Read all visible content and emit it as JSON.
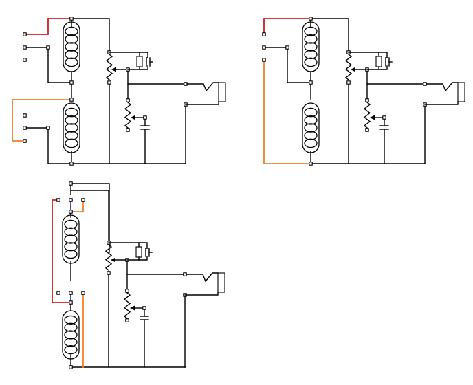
{
  "colors": {
    "background": "#ffffff",
    "wire": "#000000",
    "red_jumper": "#d21f1f",
    "orange_jumper": "#f07f2a",
    "blue_link": "#2a3fd0"
  },
  "circuits": [
    {
      "id": "circuit-1",
      "variant": "dual-coil-orange-series"
    },
    {
      "id": "circuit-2",
      "variant": "single-coil-orange-bypass"
    },
    {
      "id": "circuit-3",
      "variant": "dual-coil-tapped-blue-links"
    }
  ],
  "components": [
    "transformer-coil",
    "potentiometer",
    "resistor",
    "capacitor",
    "terminal",
    "output-plug"
  ]
}
